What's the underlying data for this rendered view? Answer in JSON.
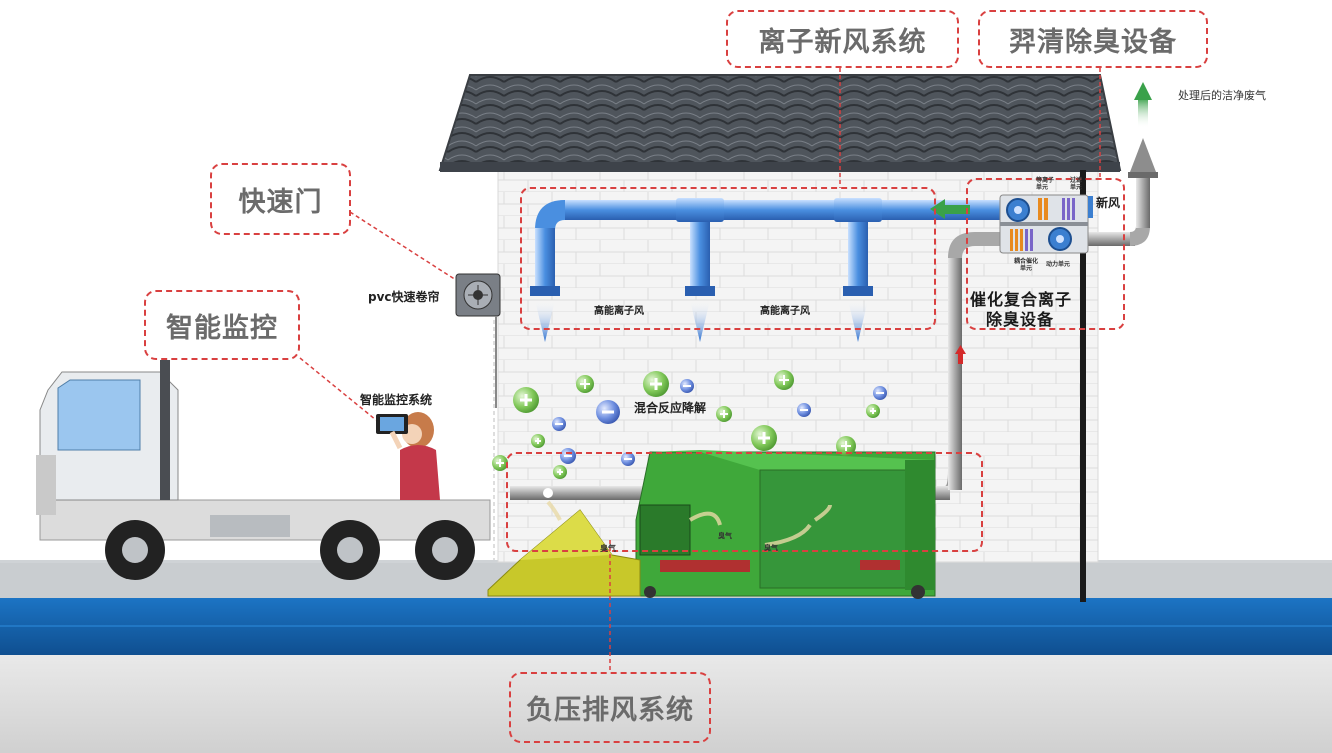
{
  "callouts": {
    "ion_fresh_air": "离子新风系统",
    "yiqing_deodor": "羿清除臭设备",
    "fast_door": "快速门",
    "smart_monitor": "智能监控",
    "negative_pressure": "负压排风系统"
  },
  "labels": {
    "clean_exhaust": "处理后的洁净废气",
    "fresh_air": "新风",
    "catalytic_device_line1": "催化复合离子",
    "catalytic_device_line2": "除臭设备",
    "pvc_door": "pvc快速卷帘",
    "monitor_system": "智能监控系统",
    "high_ion_wind_1": "高能离子风",
    "high_ion_wind_2": "高能离子风",
    "mixed_reaction": "混合反应降解",
    "odor_1": "臭气",
    "odor_2": "臭气",
    "odor_3": "臭气",
    "unit_ion": "等离子单元",
    "unit_filter": "过滤单元",
    "unit_catalytic": "耦合催化单元",
    "unit_power": "动力单元"
  },
  "colors": {
    "callout_border": "#d94040",
    "callout_text": "#6b6b6b",
    "duct_blue": "#4a8fe0",
    "duct_gray": "#a8a8a8",
    "compactor_green": "#3fa83a",
    "hopper_yellow": "#c8c82a",
    "floor_blue": "#1766b4",
    "wall": "#f1f1f1",
    "roof": "#555b63",
    "truck_red": "#c4384a",
    "plus_green": "#7cc456",
    "minus_blue": "#5a7fd6"
  }
}
